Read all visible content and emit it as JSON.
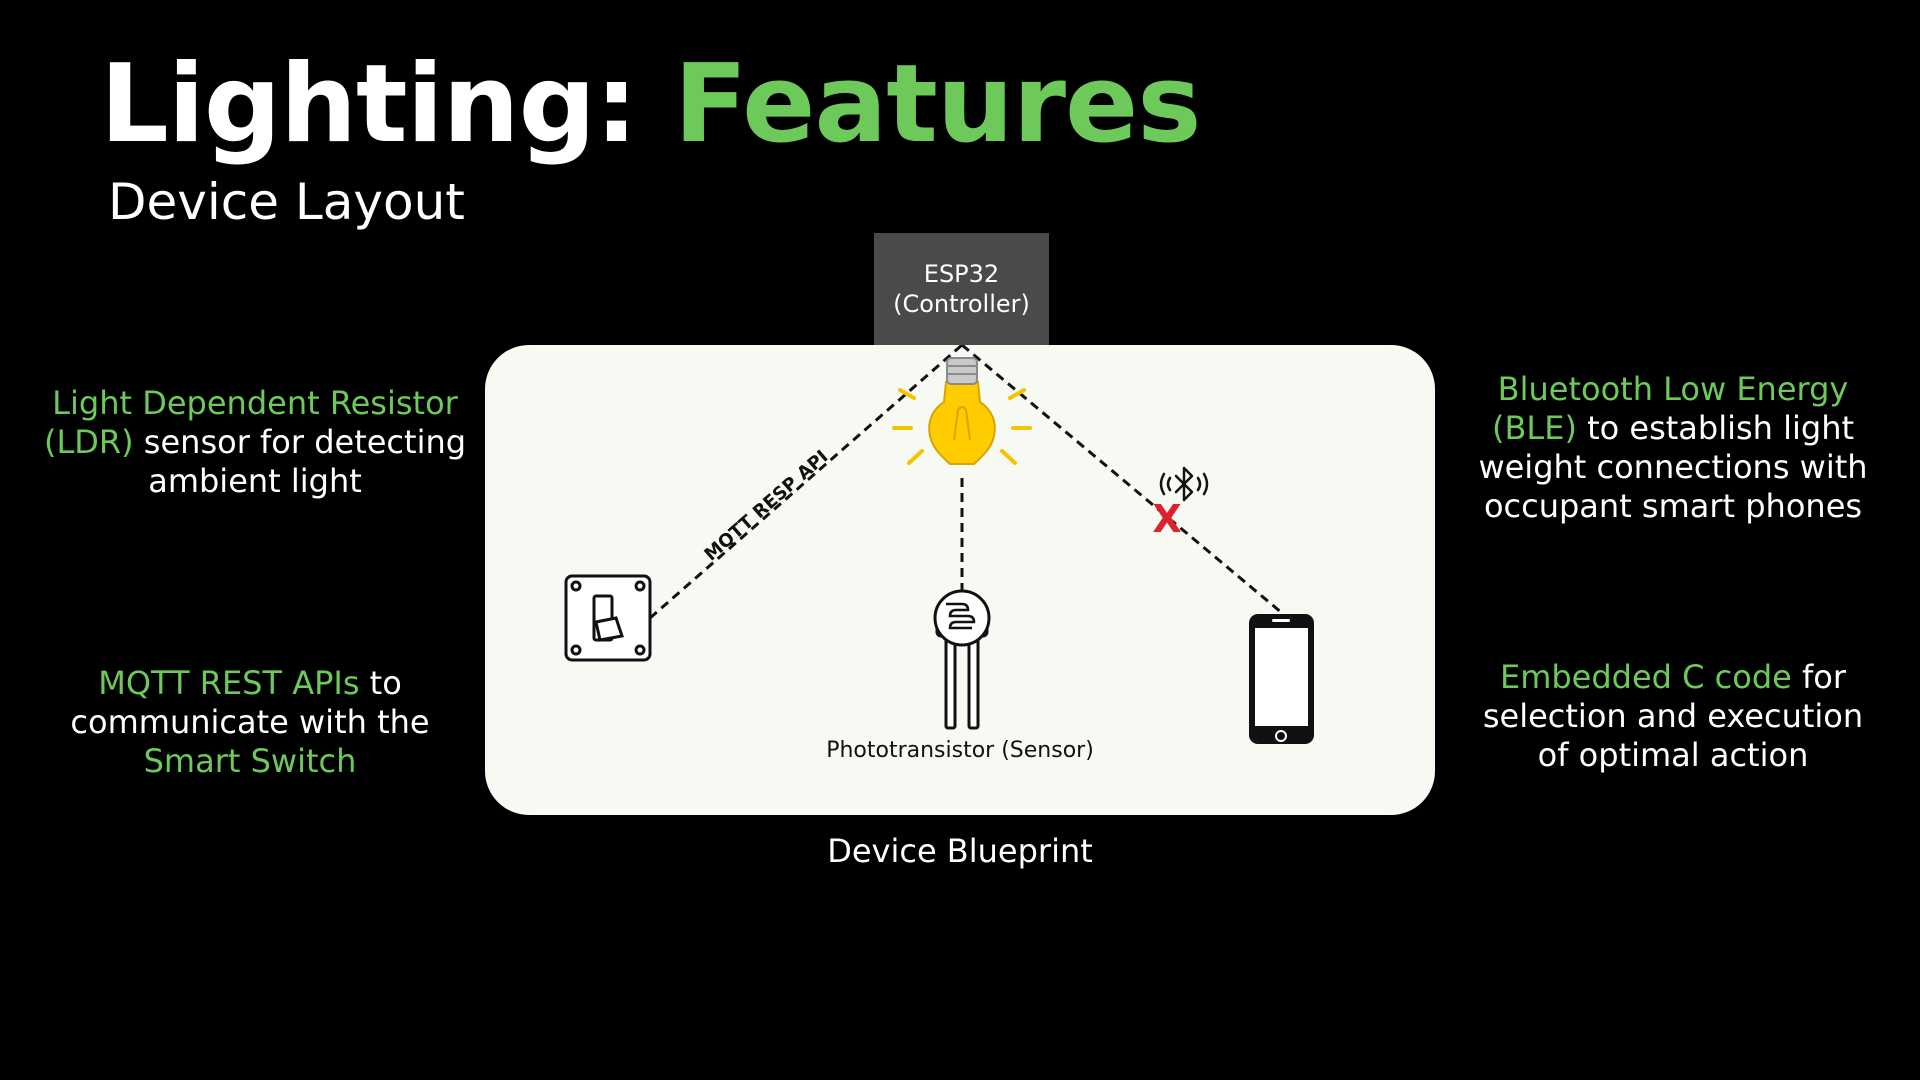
{
  "title": {
    "part1": "Lighting:",
    "part2": "Features"
  },
  "subtitle": "Device Layout",
  "left_notes": {
    "ldr": {
      "highlight": "Light Dependent Resistor (LDR)",
      "rest": " sensor for detecting ambient light"
    },
    "mqtt": {
      "highlight1": "MQTT REST APIs",
      "middle": " to communicate with the ",
      "highlight2": "Smart Switch"
    }
  },
  "right_notes": {
    "ble": {
      "highlight": "Bluetooth Low Energy (BLE)",
      "rest": " to establish light weight connections with occupant smart phones"
    },
    "embedded": {
      "highlight": "Embedded C code",
      "rest": " for selection and execution of optimal action"
    }
  },
  "diagram": {
    "controller": {
      "line1": "ESP32",
      "line2": "(Controller)"
    },
    "link_label": "MQTT RESP API",
    "sensor_label": "Phototransistor (Sensor)",
    "blocked_mark": "X",
    "caption": "Device Blueprint"
  },
  "icons": [
    "light-bulb-icon",
    "light-switch-icon",
    "phototransistor-icon",
    "smartphone-icon",
    "bluetooth-icon"
  ],
  "colors": {
    "background": "#000000",
    "accent_green": "#6cc95a",
    "panel": "#f7faf2",
    "controller_box": "#4a4a4a",
    "bulb": "#ffcc00",
    "blocked": "#d9232e"
  }
}
